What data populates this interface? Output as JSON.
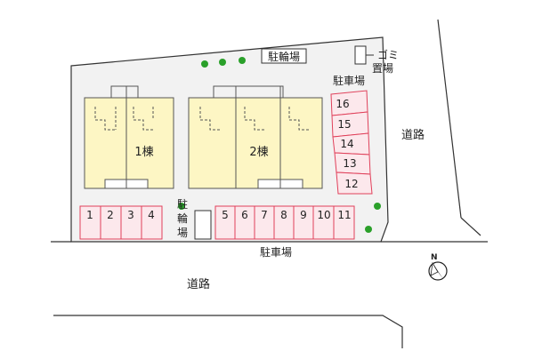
{
  "site_plan": {
    "buildings": [
      {
        "label": "1棟"
      },
      {
        "label": "2棟"
      }
    ],
    "bike_parking_top": "駐輪場",
    "bike_parking_mid": [
      "駐",
      "輪",
      "場"
    ],
    "garbage": [
      "ゴミ",
      "置場"
    ],
    "parking_label_right": "駐車場",
    "parking_label_bottom": "駐車場",
    "road_right": "道路",
    "road_bottom": "道路",
    "compass": "N",
    "parking_spaces_left": [
      "1",
      "2",
      "3",
      "4"
    ],
    "parking_spaces_bottom": [
      "5",
      "6",
      "7",
      "8",
      "9",
      "10",
      "11"
    ],
    "parking_spaces_right": [
      "16",
      "15",
      "14",
      "13",
      "12"
    ],
    "colors": {
      "building_fill": "#fdf6c4",
      "lot_fill": "#f2f2f2",
      "parking_fill": "#fce8ec",
      "parking_stroke": "#e0405a",
      "tree": "#2aa02a"
    }
  }
}
